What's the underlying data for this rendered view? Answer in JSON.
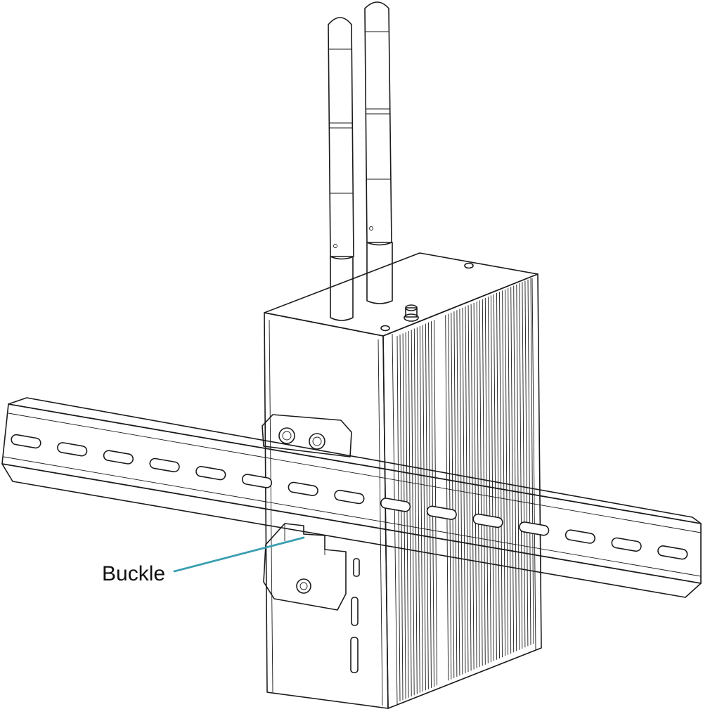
{
  "callout": {
    "label": "Buckle",
    "line_color": "#3a9fb0"
  },
  "colors": {
    "outline": "#1a1a1a",
    "rail_fill": "#f5f4ef",
    "background": "#ffffff"
  },
  "icons": [
    "antenna",
    "din-rail",
    "din-rail-buckle",
    "grounding-screw",
    "heatsink-fins"
  ]
}
